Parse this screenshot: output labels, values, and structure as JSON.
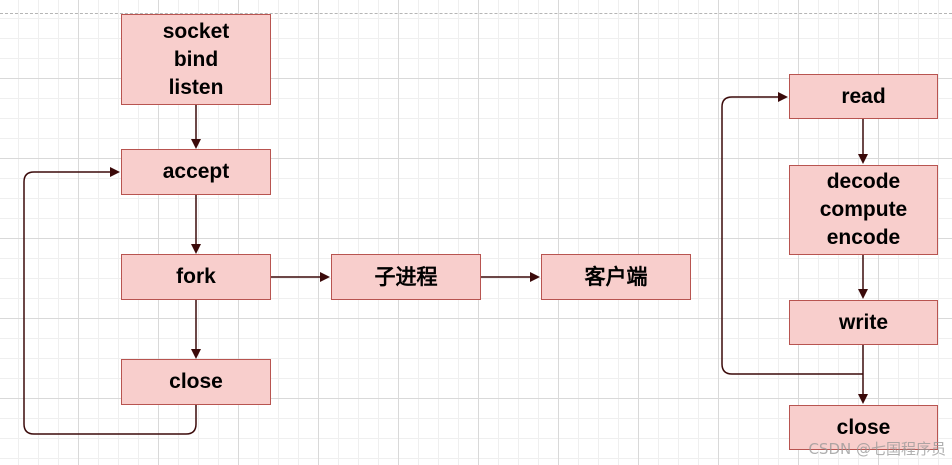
{
  "nodes": {
    "server_init": {
      "lines": [
        "socket",
        "bind",
        "listen"
      ]
    },
    "accept": {
      "label": "accept"
    },
    "fork": {
      "label": "fork"
    },
    "close_server": {
      "label": "close"
    },
    "child_process": {
      "label": "子进程"
    },
    "client": {
      "label": "客户端"
    },
    "read": {
      "label": "read"
    },
    "process": {
      "lines": [
        "decode",
        "compute",
        "encode"
      ]
    },
    "write": {
      "label": "write"
    },
    "close_conn": {
      "label": "close"
    }
  },
  "edges": [
    {
      "from": "server_init",
      "to": "accept"
    },
    {
      "from": "accept",
      "to": "fork"
    },
    {
      "from": "fork",
      "to": "close_server"
    },
    {
      "from": "close_server",
      "to": "accept"
    },
    {
      "from": "fork",
      "to": "child_process"
    },
    {
      "from": "child_process",
      "to": "client"
    },
    {
      "from": "read",
      "to": "process"
    },
    {
      "from": "process",
      "to": "write"
    },
    {
      "from": "write",
      "to": "close_conn"
    },
    {
      "from": "write",
      "to": "read"
    }
  ],
  "colors": {
    "node_fill": "#f8cecc",
    "node_stroke": "#b85450",
    "edge": "#3b0a0a"
  },
  "watermark": "CSDN @七国程序员"
}
